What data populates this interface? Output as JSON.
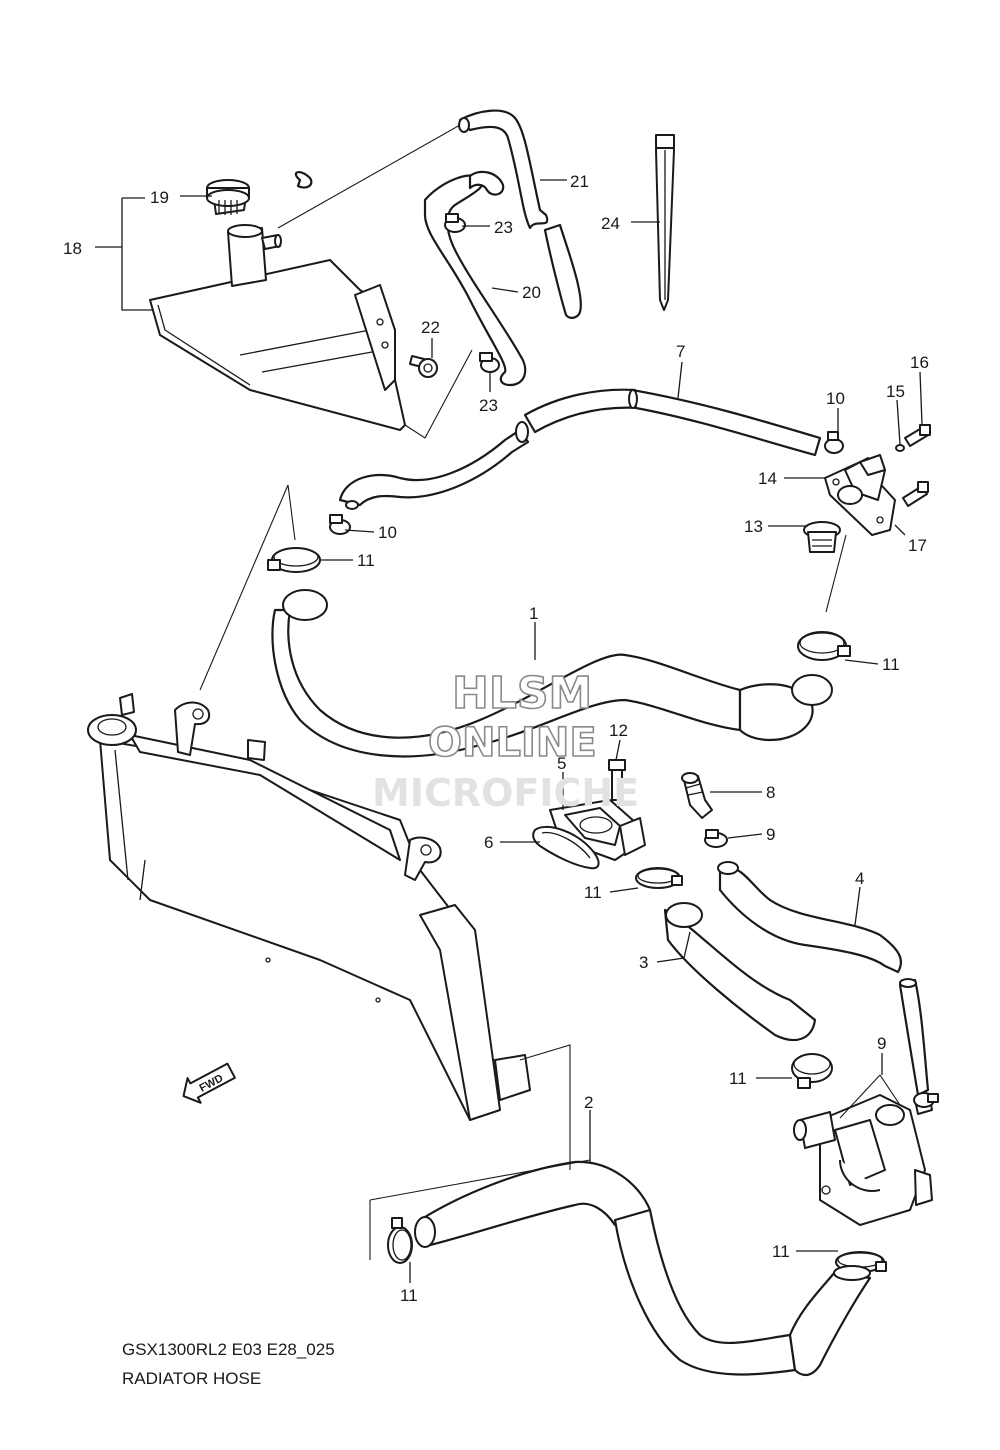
{
  "callouts": {
    "c1": "1",
    "c2": "2",
    "c3": "3",
    "c4": "4",
    "c5": "5",
    "c6": "6",
    "c7": "7",
    "c8": "8",
    "c9a": "9",
    "c9b": "9",
    "c10a": "10",
    "c10b": "10",
    "c11a": "11",
    "c11b": "11",
    "c11c": "11",
    "c11d": "11",
    "c11e": "11",
    "c11f": "11",
    "c12": "12",
    "c13": "13",
    "c14": "14",
    "c15": "15",
    "c16": "16",
    "c17": "17",
    "c18": "18",
    "c19": "19",
    "c20": "20",
    "c21": "21",
    "c22": "22",
    "c23a": "23",
    "c23b": "23",
    "c24": "24"
  },
  "watermark": {
    "line1": "HLSM",
    "line2": "ONLINE",
    "line3": "MICROFICHE"
  },
  "fwd_badge": "FWD",
  "footer": {
    "model": "GSX1300RL2 E03 E28_025",
    "section": "RADIATOR HOSE"
  }
}
